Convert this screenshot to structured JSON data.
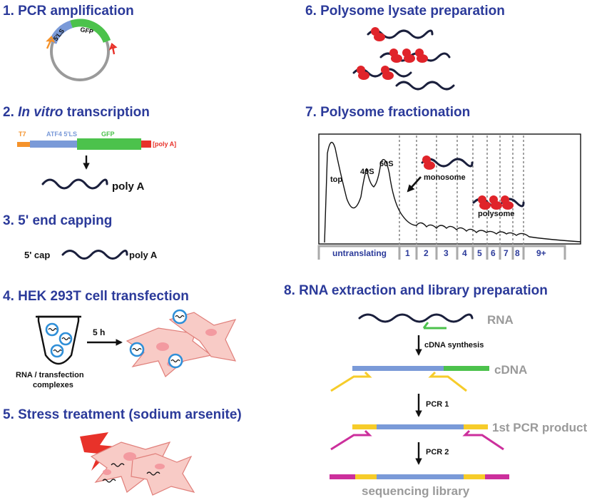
{
  "steps": {
    "s1": {
      "title": "1. PCR amplification",
      "lbl_5ls": "5'LS",
      "lbl_gfp": "GFP"
    },
    "s2": {
      "title_num": "2. ",
      "title_italic": "In vitro",
      "title_rest": " transcription",
      "lbl_t7": "T7",
      "lbl_atf4": "ATF4 5'LS",
      "lbl_gfp": "GFP",
      "lbl_polya_box": "[poly A]",
      "lbl_polya": "poly A"
    },
    "s3": {
      "title": "3. 5' end capping",
      "lbl_cap": "5' cap",
      "lbl_polya": "poly A"
    },
    "s4": {
      "title": "4. HEK 293T cell transfection",
      "lbl_time": "5 h",
      "lbl_complex_1": "RNA / transfection",
      "lbl_complex_2": "complexes"
    },
    "s5": {
      "title": "5. Stress treatment (sodium arsenite)"
    },
    "s6": {
      "title": "6. Polysome lysate preparation"
    },
    "s7": {
      "title": "7. Polysome fractionation",
      "lbl_top": "top",
      "lbl_40s": "40S",
      "lbl_60s": "60S",
      "lbl_monosome": "monosome",
      "lbl_polysome": "polysome",
      "fractions": [
        "untranslating",
        "1",
        "2",
        "3",
        "4",
        "5",
        "6",
        "7",
        "8",
        "9+"
      ]
    },
    "s8": {
      "title": "8. RNA extraction and library preparation",
      "lbl_rna": "RNA",
      "lbl_cdna_synth": "cDNA synthesis",
      "lbl_cdna": "cDNA",
      "lbl_pcr1": "PCR 1",
      "lbl_pcr1_product": "1st PCR product",
      "lbl_pcr2": "PCR 2",
      "lbl_library": "sequencing library"
    }
  },
  "colors": {
    "header": "#2b3a9a",
    "orange": "#f5922a",
    "blue": "#7a9ad8",
    "green": "#4cc24c",
    "red": "#e8322a",
    "yellow": "#f6cc2a",
    "magenta": "#cc2f9c",
    "pink": "#f8cbc6",
    "ribosome": "#e0242a"
  }
}
